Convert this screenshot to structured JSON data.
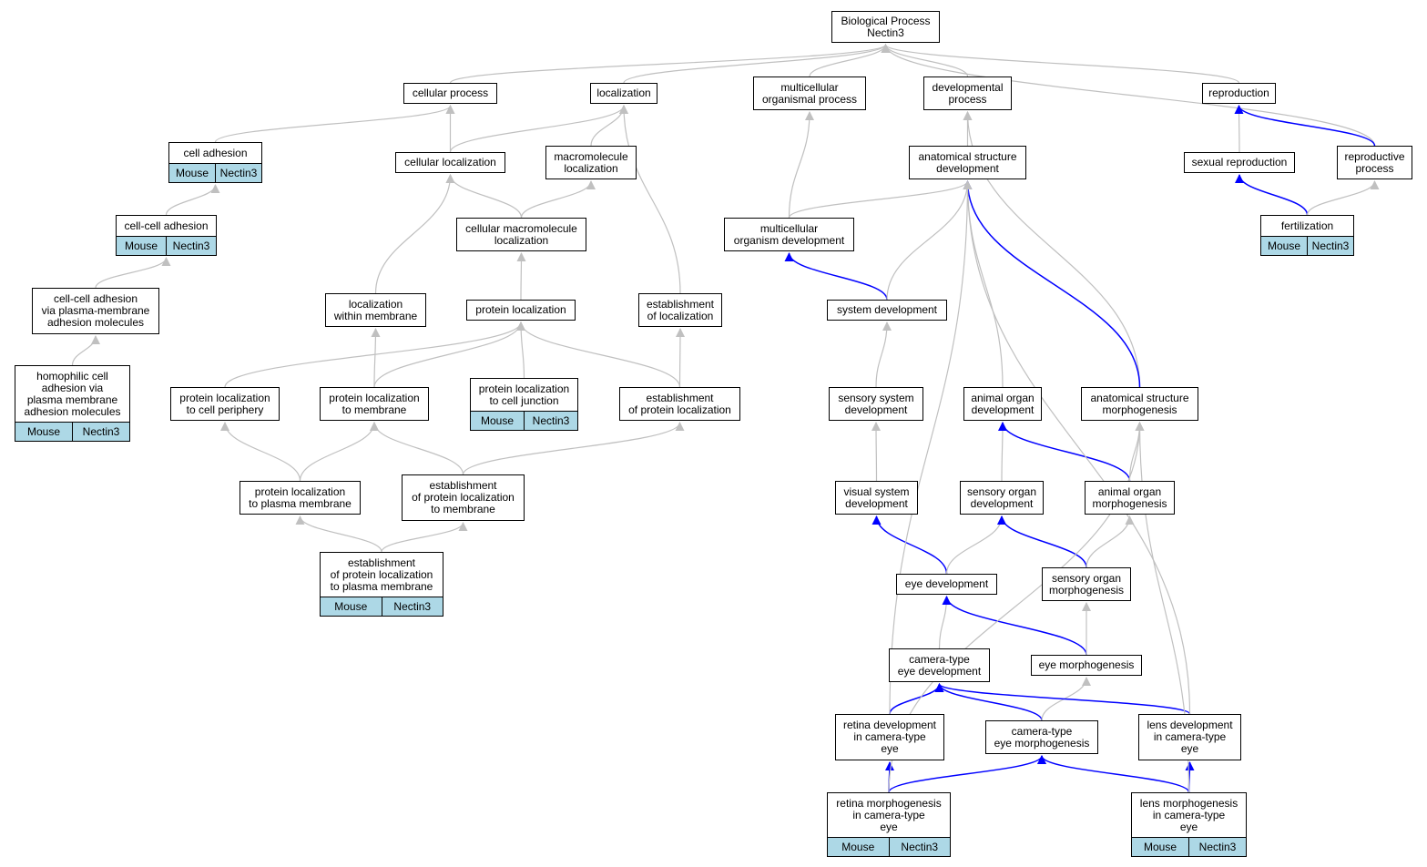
{
  "diagram": {
    "type": "directed-acyclic-graph",
    "edge_colors": {
      "is_a": "#c0c0c0",
      "part_of": "#0000ff"
    },
    "annotation_color": "#add8e6",
    "nodes": [
      {
        "id": "bp",
        "lines": [
          "Biological Process",
          "Nectin3"
        ]
      },
      {
        "id": "cp",
        "lines": [
          "cellular process"
        ]
      },
      {
        "id": "loc",
        "lines": [
          "localization"
        ]
      },
      {
        "id": "mop",
        "lines": [
          "multicellular",
          "organismal process"
        ]
      },
      {
        "id": "dp",
        "lines": [
          "developmental",
          "process"
        ]
      },
      {
        "id": "rep",
        "lines": [
          "reproduction"
        ]
      },
      {
        "id": "ca",
        "lines": [
          "cell adhesion"
        ],
        "annot": [
          "Mouse",
          "Nectin3"
        ]
      },
      {
        "id": "cl",
        "lines": [
          "cellular localization"
        ]
      },
      {
        "id": "ml",
        "lines": [
          "macromolecule",
          "localization"
        ]
      },
      {
        "id": "asd",
        "lines": [
          "anatomical structure",
          "development"
        ]
      },
      {
        "id": "sr",
        "lines": [
          "sexual reproduction"
        ]
      },
      {
        "id": "rp",
        "lines": [
          "reproductive",
          "process"
        ]
      },
      {
        "id": "cca",
        "lines": [
          "cell-cell adhesion"
        ],
        "annot": [
          "Mouse",
          "Nectin3"
        ]
      },
      {
        "id": "cml",
        "lines": [
          "cellular macromolecule",
          "localization"
        ]
      },
      {
        "id": "mod",
        "lines": [
          "multicellular",
          "organism development"
        ]
      },
      {
        "id": "fert",
        "lines": [
          "fertilization"
        ],
        "annot": [
          "Mouse",
          "Nectin3"
        ]
      },
      {
        "id": "ccapm",
        "lines": [
          "cell-cell adhesion",
          "via plasma-membrane",
          "adhesion molecules"
        ]
      },
      {
        "id": "lwm",
        "lines": [
          "localization",
          "within membrane"
        ]
      },
      {
        "id": "pl",
        "lines": [
          "protein localization"
        ]
      },
      {
        "id": "eol",
        "lines": [
          "establishment",
          "of localization"
        ]
      },
      {
        "id": "sd",
        "lines": [
          "system development"
        ]
      },
      {
        "id": "hca",
        "lines": [
          "homophilic cell",
          "adhesion via",
          "plasma membrane",
          "adhesion molecules"
        ],
        "annot": [
          "Mouse",
          "Nectin3"
        ]
      },
      {
        "id": "pltcp",
        "lines": [
          "protein localization",
          "to cell periphery"
        ]
      },
      {
        "id": "pltm",
        "lines": [
          "protein localization",
          "to membrane"
        ]
      },
      {
        "id": "pltcj",
        "lines": [
          "protein localization",
          "to cell junction"
        ],
        "annot": [
          "Mouse",
          "Nectin3"
        ]
      },
      {
        "id": "eopl",
        "lines": [
          "establishment",
          "of protein localization"
        ]
      },
      {
        "id": "ssd",
        "lines": [
          "sensory system",
          "development"
        ]
      },
      {
        "id": "aod",
        "lines": [
          "animal organ",
          "development"
        ]
      },
      {
        "id": "asm",
        "lines": [
          "anatomical structure",
          "morphogenesis"
        ]
      },
      {
        "id": "pltpm",
        "lines": [
          "protein localization",
          "to plasma membrane"
        ]
      },
      {
        "id": "eopltm",
        "lines": [
          "establishment",
          "of protein localization",
          "to membrane"
        ]
      },
      {
        "id": "vsd",
        "lines": [
          "visual system",
          "development"
        ]
      },
      {
        "id": "sod",
        "lines": [
          "sensory organ",
          "development"
        ]
      },
      {
        "id": "aom",
        "lines": [
          "animal organ",
          "morphogenesis"
        ]
      },
      {
        "id": "eopltpm",
        "lines": [
          "establishment",
          "of protein localization",
          "to plasma membrane"
        ],
        "annot": [
          "Mouse",
          "Nectin3"
        ]
      },
      {
        "id": "ed",
        "lines": [
          "eye development"
        ]
      },
      {
        "id": "som",
        "lines": [
          "sensory organ",
          "morphogenesis"
        ]
      },
      {
        "id": "cted",
        "lines": [
          "camera-type",
          "eye development"
        ]
      },
      {
        "id": "em",
        "lines": [
          "eye morphogenesis"
        ]
      },
      {
        "id": "rdcte",
        "lines": [
          "retina development",
          "in camera-type",
          "eye"
        ]
      },
      {
        "id": "ctem",
        "lines": [
          "camera-type",
          "eye morphogenesis"
        ]
      },
      {
        "id": "ldcte",
        "lines": [
          "lens development",
          "in camera-type",
          "eye"
        ]
      },
      {
        "id": "rmcte",
        "lines": [
          "retina morphogenesis",
          "in camera-type",
          "eye"
        ],
        "annot": [
          "Mouse",
          "Nectin3"
        ]
      },
      {
        "id": "lmcte",
        "lines": [
          "lens morphogenesis",
          "in camera-type",
          "eye"
        ],
        "annot": [
          "Mouse",
          "Nectin3"
        ]
      }
    ],
    "edges": [
      {
        "from": "cp",
        "to": "bp",
        "rel": "is_a"
      },
      {
        "from": "loc",
        "to": "bp",
        "rel": "is_a"
      },
      {
        "from": "mop",
        "to": "bp",
        "rel": "is_a"
      },
      {
        "from": "dp",
        "to": "bp",
        "rel": "is_a"
      },
      {
        "from": "rep",
        "to": "bp",
        "rel": "is_a"
      },
      {
        "from": "rp",
        "to": "bp",
        "rel": "is_a"
      },
      {
        "from": "ca",
        "to": "cp",
        "rel": "is_a"
      },
      {
        "from": "cl",
        "to": "cp",
        "rel": "is_a"
      },
      {
        "from": "cl",
        "to": "loc",
        "rel": "is_a"
      },
      {
        "from": "ml",
        "to": "loc",
        "rel": "is_a"
      },
      {
        "from": "eol",
        "to": "loc",
        "rel": "is_a"
      },
      {
        "from": "asd",
        "to": "dp",
        "rel": "is_a"
      },
      {
        "from": "asm",
        "to": "dp",
        "rel": "is_a"
      },
      {
        "from": "sr",
        "to": "rep",
        "rel": "is_a"
      },
      {
        "from": "rp",
        "to": "rep",
        "rel": "part_of"
      },
      {
        "from": "cca",
        "to": "ca",
        "rel": "is_a"
      },
      {
        "from": "cml",
        "to": "cl",
        "rel": "is_a"
      },
      {
        "from": "cml",
        "to": "ml",
        "rel": "is_a"
      },
      {
        "from": "lwm",
        "to": "cl",
        "rel": "is_a"
      },
      {
        "from": "mod",
        "to": "mop",
        "rel": "is_a"
      },
      {
        "from": "mod",
        "to": "asd",
        "rel": "is_a"
      },
      {
        "from": "fert",
        "to": "sr",
        "rel": "part_of"
      },
      {
        "from": "fert",
        "to": "rp",
        "rel": "is_a"
      },
      {
        "from": "ccapm",
        "to": "cca",
        "rel": "is_a"
      },
      {
        "from": "pl",
        "to": "cml",
        "rel": "is_a"
      },
      {
        "from": "sd",
        "to": "mod",
        "rel": "part_of"
      },
      {
        "from": "sd",
        "to": "asd",
        "rel": "is_a"
      },
      {
        "from": "hca",
        "to": "ccapm",
        "rel": "is_a"
      },
      {
        "from": "pltcp",
        "to": "pl",
        "rel": "is_a"
      },
      {
        "from": "pltm",
        "to": "pl",
        "rel": "is_a"
      },
      {
        "from": "pltm",
        "to": "lwm",
        "rel": "is_a"
      },
      {
        "from": "pltcj",
        "to": "pl",
        "rel": "is_a"
      },
      {
        "from": "eopl",
        "to": "pl",
        "rel": "is_a"
      },
      {
        "from": "eopl",
        "to": "eol",
        "rel": "is_a"
      },
      {
        "from": "ssd",
        "to": "sd",
        "rel": "is_a"
      },
      {
        "from": "aod",
        "to": "asd",
        "rel": "is_a"
      },
      {
        "from": "asm",
        "to": "asd",
        "rel": "part_of"
      },
      {
        "from": "pltpm",
        "to": "pltcp",
        "rel": "is_a"
      },
      {
        "from": "pltpm",
        "to": "pltm",
        "rel": "is_a"
      },
      {
        "from": "eopltm",
        "to": "pltm",
        "rel": "is_a"
      },
      {
        "from": "eopltm",
        "to": "eopl",
        "rel": "is_a"
      },
      {
        "from": "vsd",
        "to": "ssd",
        "rel": "is_a"
      },
      {
        "from": "sod",
        "to": "aod",
        "rel": "is_a"
      },
      {
        "from": "aom",
        "to": "aod",
        "rel": "part_of"
      },
      {
        "from": "aom",
        "to": "asm",
        "rel": "is_a"
      },
      {
        "from": "eopltpm",
        "to": "pltpm",
        "rel": "is_a"
      },
      {
        "from": "eopltpm",
        "to": "eopltm",
        "rel": "is_a"
      },
      {
        "from": "ed",
        "to": "vsd",
        "rel": "part_of"
      },
      {
        "from": "ed",
        "to": "sod",
        "rel": "is_a"
      },
      {
        "from": "som",
        "to": "sod",
        "rel": "part_of"
      },
      {
        "from": "som",
        "to": "aom",
        "rel": "is_a"
      },
      {
        "from": "cted",
        "to": "ed",
        "rel": "is_a"
      },
      {
        "from": "em",
        "to": "ed",
        "rel": "part_of"
      },
      {
        "from": "em",
        "to": "som",
        "rel": "is_a"
      },
      {
        "from": "rdcte",
        "to": "cted",
        "rel": "part_of"
      },
      {
        "from": "rdcte",
        "to": "asd",
        "rel": "is_a"
      },
      {
        "from": "ctem",
        "to": "cted",
        "rel": "part_of"
      },
      {
        "from": "ctem",
        "to": "em",
        "rel": "is_a"
      },
      {
        "from": "ldcte",
        "to": "cted",
        "rel": "part_of"
      },
      {
        "from": "ldcte",
        "to": "asd",
        "rel": "is_a"
      },
      {
        "from": "rmcte",
        "to": "rdcte",
        "rel": "part_of"
      },
      {
        "from": "rmcte",
        "to": "ctem",
        "rel": "part_of"
      },
      {
        "from": "rmcte",
        "to": "asm",
        "rel": "is_a"
      },
      {
        "from": "lmcte",
        "to": "ldcte",
        "rel": "part_of"
      },
      {
        "from": "lmcte",
        "to": "ctem",
        "rel": "part_of"
      },
      {
        "from": "lmcte",
        "to": "asm",
        "rel": "is_a"
      }
    ]
  }
}
